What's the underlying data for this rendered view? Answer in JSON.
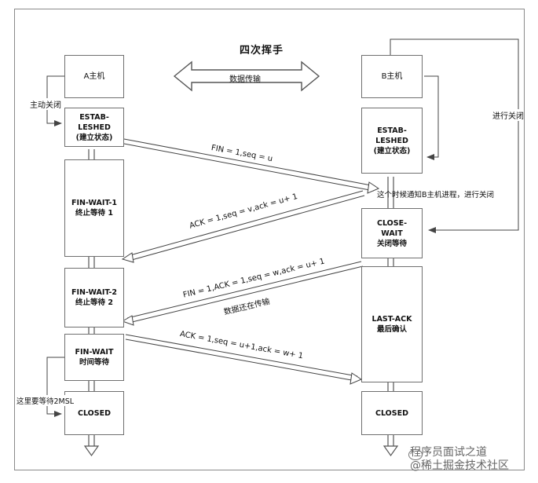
{
  "diagram": {
    "title": "四次挥手",
    "data_transfer": "数据传输",
    "host_a": "A主机",
    "host_b": "B主机",
    "a_states": {
      "established": "ESTAB-\nLESHED\n(建立状态)",
      "fin_wait_1": "FIN-WAIT-1\n终止等待 1",
      "fin_wait_2": "FIN-WAIT-2\n终止等待 2",
      "fin_wait": "FIN-WAIT\n时间等待",
      "closed": "CLOSED"
    },
    "b_states": {
      "established": "ESTAB-\nLESHED\n(建立状态)",
      "close_wait": "CLOSE-\nWAIT\n关闭等待",
      "last_ack": "LAST-ACK\n最后确认",
      "closed": "CLOSED"
    },
    "labels": {
      "active_close": "主动关闭",
      "close_process": "进行关闭",
      "notify": "这个时候通知B主机进程，进行关闭",
      "still_transfer": "数据还在传输",
      "wait_2msl": "这里要等待2MSL"
    },
    "messages": {
      "fin1": "FIN = 1,seq = u",
      "ack1": "ACK = 1,seq = v,ack = u+ 1",
      "fin2": "FIN = 1,ACK = 1,seq = w,ack = u+ 1",
      "ack2": "ACK = 1,seq = u+1,ack = w+ 1"
    },
    "watermark": "程序员面试之道\n@稀土掘金技术社区"
  }
}
